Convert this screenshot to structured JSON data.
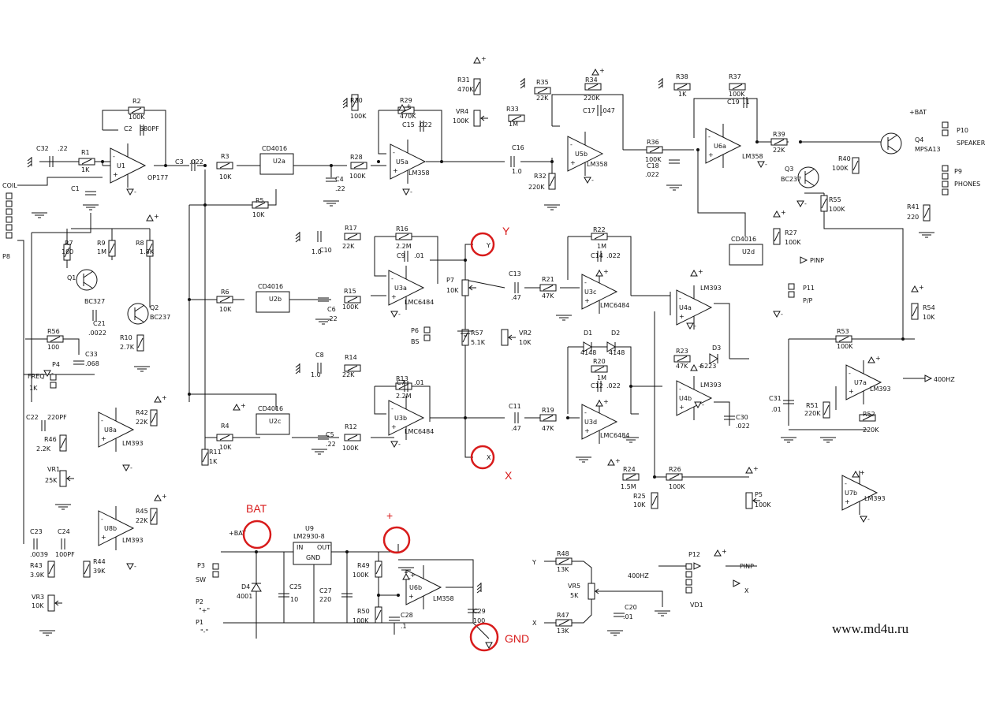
{
  "site": "www.md4u.ru",
  "accent_color": "#d81b1b",
  "resistors": [
    {
      "ref": "R1",
      "val": "1K"
    },
    {
      "ref": "R2",
      "val": "100K"
    },
    {
      "ref": "R3",
      "val": "10K"
    },
    {
      "ref": "R4",
      "val": "10K"
    },
    {
      "ref": "R5",
      "val": "10K"
    },
    {
      "ref": "R6",
      "val": "10K"
    },
    {
      "ref": "R7",
      "val": "100"
    },
    {
      "ref": "R8",
      "val": "1.8K"
    },
    {
      "ref": "R9",
      "val": "1M"
    },
    {
      "ref": "R10",
      "val": "2.7K"
    },
    {
      "ref": "R11",
      "val": "1K"
    },
    {
      "ref": "R12",
      "val": "100K"
    },
    {
      "ref": "R13",
      "val": "2.2M"
    },
    {
      "ref": "R14",
      "val": "22K"
    },
    {
      "ref": "R15",
      "val": "100K"
    },
    {
      "ref": "R16",
      "val": "2.2M"
    },
    {
      "ref": "R17",
      "val": "22K"
    },
    {
      "ref": "R19",
      "val": "47K"
    },
    {
      "ref": "R20",
      "val": "1M"
    },
    {
      "ref": "R21",
      "val": "47K"
    },
    {
      "ref": "R22",
      "val": "1M"
    },
    {
      "ref": "R23",
      "val": "47K"
    },
    {
      "ref": "R24",
      "val": "1.5M"
    },
    {
      "ref": "R25",
      "val": "10K"
    },
    {
      "ref": "R26",
      "val": "100K"
    },
    {
      "ref": "R27",
      "val": "100K"
    },
    {
      "ref": "R28",
      "val": "100K"
    },
    {
      "ref": "R29",
      "val": "470K"
    },
    {
      "ref": "R30",
      "val": "100K"
    },
    {
      "ref": "R31",
      "val": "470K"
    },
    {
      "ref": "R32",
      "val": "220K"
    },
    {
      "ref": "R33",
      "val": "1M"
    },
    {
      "ref": "R34",
      "val": "220K"
    },
    {
      "ref": "R35",
      "val": "22K"
    },
    {
      "ref": "R36",
      "val": "100K"
    },
    {
      "ref": "R37",
      "val": "100K"
    },
    {
      "ref": "R38",
      "val": "1K"
    },
    {
      "ref": "R39",
      "val": "22K"
    },
    {
      "ref": "R40",
      "val": "100K"
    },
    {
      "ref": "R41",
      "val": "220"
    },
    {
      "ref": "R42",
      "val": "22K"
    },
    {
      "ref": "R43",
      "val": "3.9K"
    },
    {
      "ref": "R44",
      "val": "39K"
    },
    {
      "ref": "R45",
      "val": "22K"
    },
    {
      "ref": "R46",
      "val": "2.2K"
    },
    {
      "ref": "R47",
      "val": "13K"
    },
    {
      "ref": "R48",
      "val": "13K"
    },
    {
      "ref": "R49",
      "val": "100K"
    },
    {
      "ref": "R50",
      "val": "100K"
    },
    {
      "ref": "R51",
      "val": "220K"
    },
    {
      "ref": "R52",
      "val": "220K"
    },
    {
      "ref": "R53",
      "val": "100K"
    },
    {
      "ref": "R54",
      "val": "10K"
    },
    {
      "ref": "R55",
      "val": "100K"
    },
    {
      "ref": "R56",
      "val": "100"
    },
    {
      "ref": "R57",
      "val": "5.1K"
    }
  ],
  "capacitors": [
    {
      "ref": "C1",
      "val": ""
    },
    {
      "ref": "C2",
      "val": "680PF"
    },
    {
      "ref": "C3",
      "val": ".022"
    },
    {
      "ref": "C4",
      "val": ".22"
    },
    {
      "ref": "C5",
      "val": ".22"
    },
    {
      "ref": "C6",
      "val": ".22"
    },
    {
      "ref": "C7",
      "val": ".01"
    },
    {
      "ref": "C8",
      "val": "1.0"
    },
    {
      "ref": "C9",
      "val": ".01"
    },
    {
      "ref": "C10",
      "val": "1.0"
    },
    {
      "ref": "C11",
      "val": ".47"
    },
    {
      "ref": "C12",
      "val": ".022"
    },
    {
      "ref": "C13",
      "val": ".47"
    },
    {
      "ref": "C14",
      "val": ".022"
    },
    {
      "ref": "C15",
      "val": ".022"
    },
    {
      "ref": "C16",
      "val": "1.0"
    },
    {
      "ref": "C17",
      "val": ".047"
    },
    {
      "ref": "C18",
      "val": ".022"
    },
    {
      "ref": "C19",
      "val": ".1"
    },
    {
      "ref": "C20",
      "val": ".01"
    },
    {
      "ref": "C21",
      "val": ".0022"
    },
    {
      "ref": "C22",
      "val": "220PF"
    },
    {
      "ref": "C23",
      "val": ".0039"
    },
    {
      "ref": "C24",
      "val": "100PF"
    },
    {
      "ref": "C25",
      "val": "10"
    },
    {
      "ref": "C27",
      "val": "220"
    },
    {
      "ref": "C28",
      "val": ".1"
    },
    {
      "ref": "C29",
      "val": "100"
    },
    {
      "ref": "C30",
      "val": ".022"
    },
    {
      "ref": "C31",
      "val": ".01"
    },
    {
      "ref": "C32",
      "val": ".22"
    },
    {
      "ref": "C33",
      "val": ".068"
    }
  ],
  "ics": [
    {
      "ref": "U1",
      "part": "OP177"
    },
    {
      "ref": "U5a",
      "part": "LM358"
    },
    {
      "ref": "U5b",
      "part": "LM358"
    },
    {
      "ref": "U6a",
      "part": "LM358"
    },
    {
      "ref": "U6b",
      "part": "LM358"
    },
    {
      "ref": "U3a",
      "part": "LMC6484"
    },
    {
      "ref": "U3b",
      "part": "LMC6484"
    },
    {
      "ref": "U3c",
      "part": "LMC6484"
    },
    {
      "ref": "U3d",
      "part": "LMC6484"
    },
    {
      "ref": "U4a",
      "part": "LM393"
    },
    {
      "ref": "U4b",
      "part": "LM393"
    },
    {
      "ref": "U7a",
      "part": "LM393"
    },
    {
      "ref": "U7b",
      "part": "LM393"
    },
    {
      "ref": "U8a",
      "part": "LM393"
    },
    {
      "ref": "U8b",
      "part": "LM393"
    }
  ],
  "switches": [
    {
      "ref": "U2a",
      "part": "CD4016"
    },
    {
      "ref": "U2b",
      "part": "CD4016"
    },
    {
      "ref": "U2c",
      "part": "CD4016"
    },
    {
      "ref": "U2d",
      "part": "CD4016"
    }
  ],
  "regulator": {
    "ref": "U9",
    "part": "LM2930-8",
    "pin_in": "IN",
    "pin_out": "OUT",
    "pin_gnd": "GND"
  },
  "transistors": [
    {
      "ref": "Q1",
      "part": "BC327"
    },
    {
      "ref": "Q2",
      "part": "BC237"
    },
    {
      "ref": "Q3",
      "part": "BC237"
    },
    {
      "ref": "Q4",
      "part": "MPSA13"
    }
  ],
  "diodes": [
    {
      "ref": "D1",
      "part": "4148"
    },
    {
      "ref": "D2",
      "part": "4148"
    },
    {
      "ref": "D3",
      "part": "5223"
    },
    {
      "ref": "D4",
      "part": "4001"
    }
  ],
  "pots": [
    {
      "ref": "VR1",
      "val": "25K"
    },
    {
      "ref": "VR2",
      "val": "10K"
    },
    {
      "ref": "VR3",
      "val": "10K"
    },
    {
      "ref": "VR4",
      "val": "100K"
    },
    {
      "ref": "VR5",
      "val": "5K"
    },
    {
      "ref": "P5",
      "val": "100K"
    },
    {
      "ref": "P7",
      "val": "10K"
    }
  ],
  "connectors": {
    "coil": "COIL",
    "p8": "P8",
    "p4": "P4",
    "freq": "FREQ",
    "freq_val": "1K",
    "p3": "P3",
    "sw": "SW",
    "p2": "P2",
    "p2_sign": "\"+\"",
    "p1": "P1",
    "p1_sign": "\"-\"",
    "p6": "P6",
    "bs": "BS",
    "p9": "P9",
    "phones": "PHONES",
    "p10": "P10",
    "speaker": "SPEAKER",
    "p11": "P11",
    "pp": "P/P",
    "p12": "P12",
    "vd1": "VD1",
    "pinp": "PINP",
    "hz400": "400HZ",
    "hz400_b": "400HZ",
    "bat_net": "+BAT",
    "x_out": "X",
    "y_out": "Y",
    "x_in": "X",
    "y_in": "Y"
  },
  "callouts": {
    "y": "Y",
    "x": "X",
    "bat": "BAT",
    "plus": "+",
    "gnd": "GND"
  }
}
